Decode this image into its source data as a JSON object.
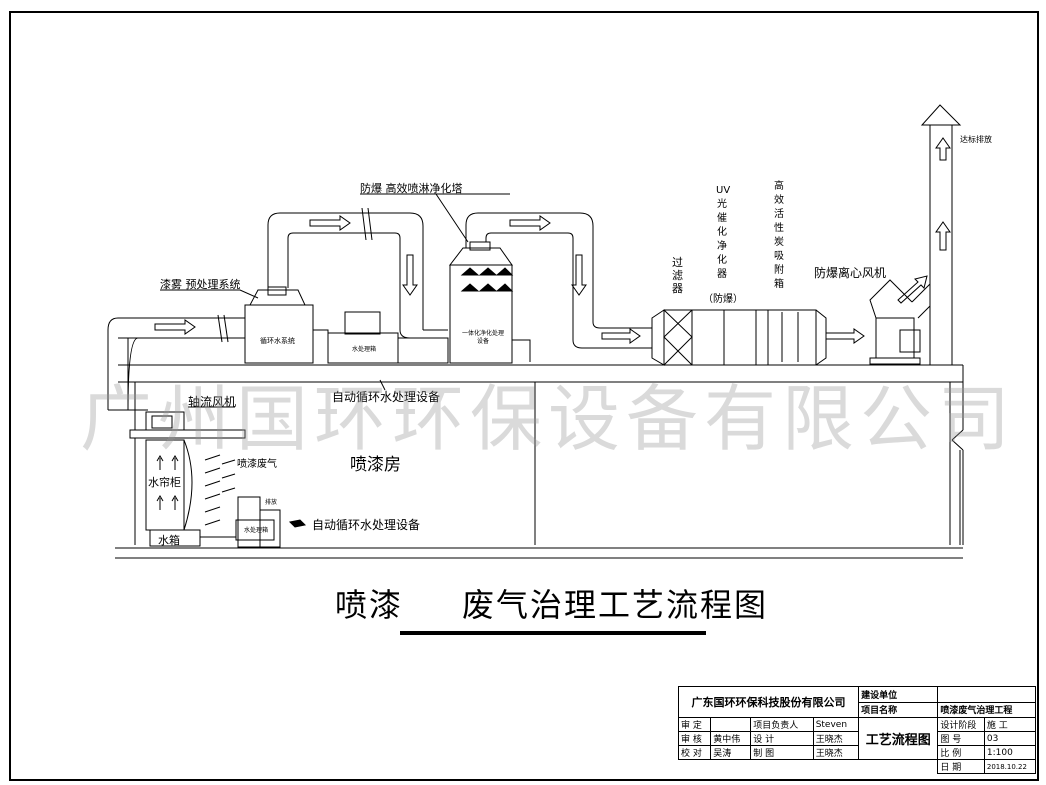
{
  "labels": {
    "pretreatment": "漆雾  预处理系统",
    "tower": "防爆 高效喷淋净化塔",
    "filter": "过滤器",
    "uv": "UV光催化净化器",
    "uv_note": "（防爆）",
    "carbon": "高效活性炭吸附箱",
    "fan": "防爆离心风机",
    "exhaust": "达标排放",
    "circ_box": "循环水系统",
    "tank1": "水处理箱",
    "tower_inner": "一体化净化处理设备",
    "auto_water_1": "自动循环水处理设备",
    "axial_fan": "轴流风机",
    "spray_gas": "喷漆废气",
    "booth": "喷漆房",
    "water_curtain": "水帘柜",
    "water_tank": "水箱",
    "tank2_a": "排放",
    "tank2_b": "水处理箱",
    "auto_water_2": "自动循环水处理设备"
  },
  "title": {
    "left": "喷漆",
    "right": "废气治理工艺流程图"
  },
  "watermark": "广州国环环保设备有限公司",
  "titleblock": {
    "company": "广东国环环保科技股份有限公司",
    "build_unit_label": "建设单位",
    "project_label": "项目名称",
    "project_value": "喷漆废气治理工程",
    "row1": [
      "审 定",
      "",
      "项目负责人",
      "Steven"
    ],
    "row2": [
      "审 核",
      "黄中伟",
      "设 计",
      "王晓杰"
    ],
    "row3": [
      "校 对",
      "吴涛",
      "制 图",
      "王晓杰"
    ],
    "drawing_name": "工艺流程图",
    "phase_label": "设计阶段",
    "phase_value": "施 工",
    "no_label": "图 号",
    "no_value": "03",
    "scale_label": "比 例",
    "scale_value": "1:100",
    "date_label": "日 期",
    "date_value": "2018.10.22"
  }
}
